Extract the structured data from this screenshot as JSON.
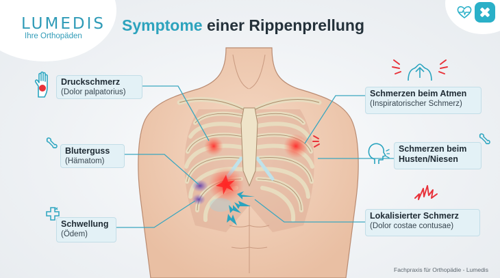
{
  "brand": {
    "name": "LUMEDIS",
    "tagline": "Ihre Orthopäden"
  },
  "title": {
    "accent": "Symptome",
    "rest": " einer Rippenprellung"
  },
  "labels": {
    "druck": {
      "title": "Druckschmerz",
      "subtitle": "(Dolor palpatorius)"
    },
    "bluterguss": {
      "title": "Bluterguss",
      "subtitle": "(Hämatom)"
    },
    "schwellung": {
      "title": "Schwellung",
      "subtitle": "(Ödem)"
    },
    "atmen": {
      "title": "Schmerzen beim Atmen",
      "subtitle": "(Inspiratorischer Schmerz)"
    },
    "husten": {
      "title_line1": "Schmerzen beim",
      "title_line2": "Husten/Niesen"
    },
    "lokal": {
      "title": "Lokalisierter Schmerz",
      "subtitle": "(Dolor costae contusae)"
    }
  },
  "footer": "Fachpraxis für Orthopädie - Lumedis",
  "colors": {
    "accent": "#2da3bd",
    "teal_line": "#3aa6bf",
    "pain": "#e8323a",
    "bruise": "#6a4bb0",
    "box_bg": "#e3f1f6"
  }
}
